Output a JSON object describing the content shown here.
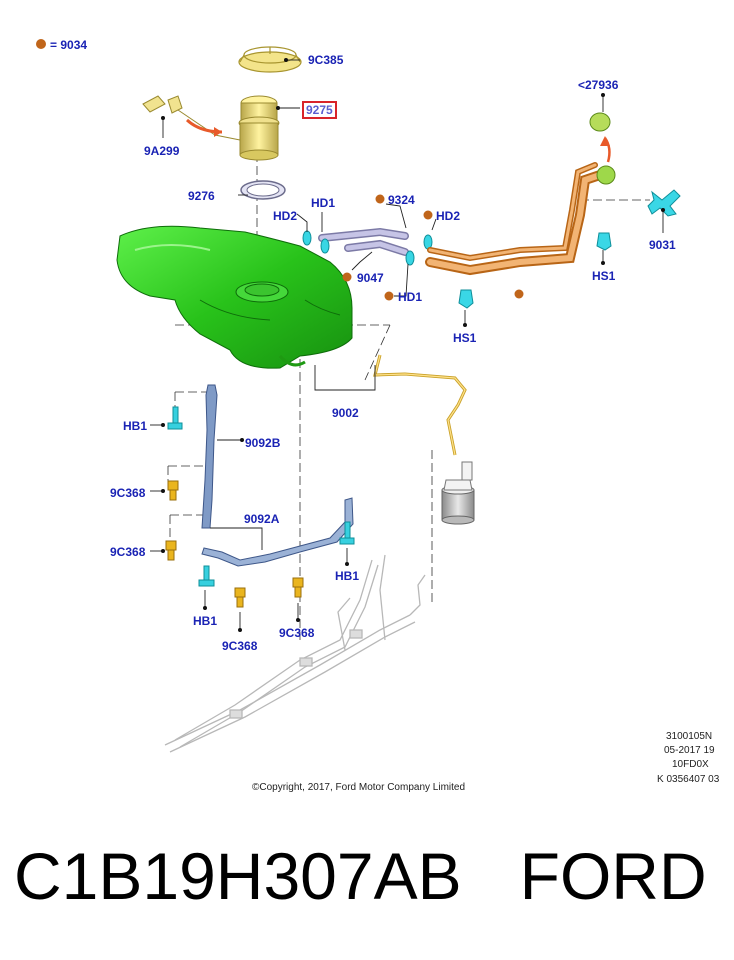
{
  "legend": {
    "equals_text": "= 9034",
    "dot_color": "#c0651a"
  },
  "labels": {
    "p9C385": "9C385",
    "p9275": "9275",
    "p9A299": "9A299",
    "p9276": "9276",
    "p27936": "<27936",
    "pHD2_left": "HD2",
    "pHD1_top": "HD1",
    "p9324": "9324",
    "pHD2_right": "HD2",
    "p9031": "9031",
    "pHS1_right": "HS1",
    "p9047": "9047",
    "pHD1_bottom": "HD1",
    "pHS1_mid": "HS1",
    "p9002": "9002",
    "pHB1_top": "HB1",
    "p9092B": "9092B",
    "p9C368_a": "9C368",
    "p9092A": "9092A",
    "p9C368_b": "9C368",
    "pHB1_right": "HB1",
    "pHB1_bottom": "HB1",
    "p9C368_c": "9C368",
    "p9C368_d": "9C368"
  },
  "doc_meta": {
    "line1": "3100105N",
    "line2": "05-2017 19",
    "line3": "10FD0X",
    "line4": "K 0356407 03"
  },
  "copyright": "©Copyright, 2017, Ford Motor Company Limited",
  "part_code": "C1B19H307AB",
  "brand": "FORD",
  "colors": {
    "label_blue": "#1a23b4",
    "tank_green": "#2fcc1f",
    "fuel_line_orange": "#d98a3a",
    "clip_cyan": "#35d2e0",
    "nut_yellow": "#e8b21c",
    "highlight_red": "#d8242a"
  },
  "icons": [
    "fuel-tank-icon",
    "fuel-pump-module-icon",
    "lock-ring-icon",
    "seal-ring-icon",
    "filler-pipe-icon",
    "strap-icon",
    "canister-icon",
    "clip-icon",
    "bolt-icon",
    "nut-icon",
    "hose-icon",
    "brake-lines-icon"
  ]
}
